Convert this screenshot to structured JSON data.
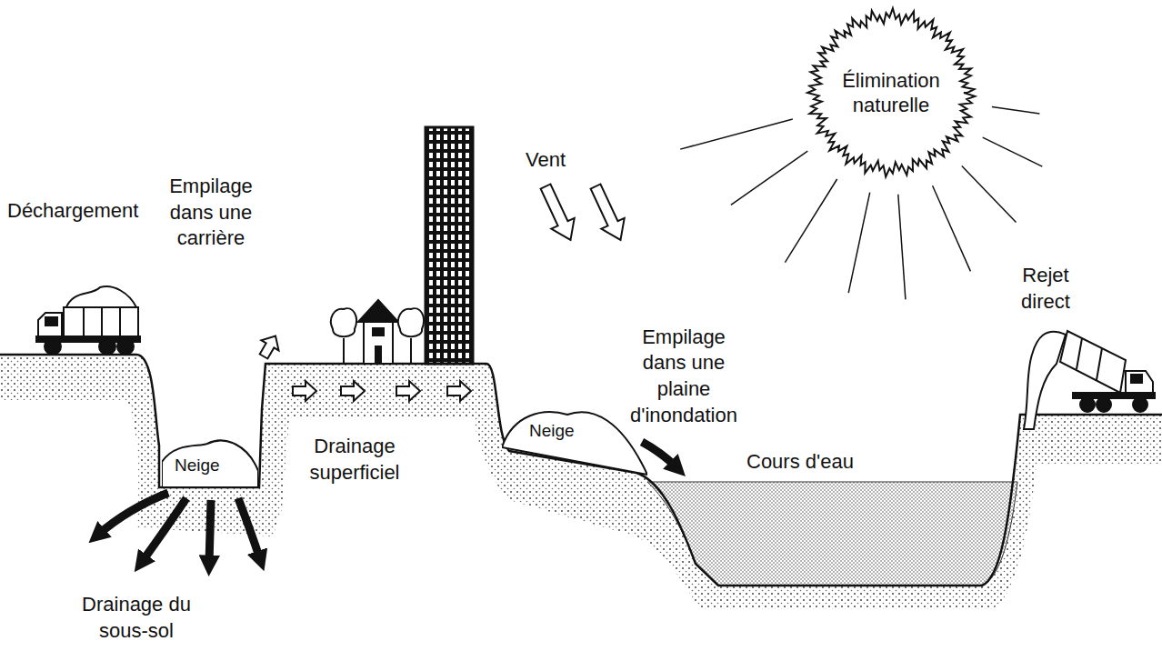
{
  "diagram": {
    "nodes": [
      {
        "text": [
          "Élimination naturelle"
        ]
      },
      {
        "text": [
          "Neige"
        ]
      },
      {
        "text": [
          "Neige"
        ]
      }
    ],
    "labels": [
      "Déchargement",
      "Empilage dans une carrière",
      "Drainage superficiel",
      "Drainage du sous-sol",
      "Vent",
      "Empilage dans une plaine d'inondation",
      "Cours d'eau",
      "Rejet direct"
    ]
  }
}
